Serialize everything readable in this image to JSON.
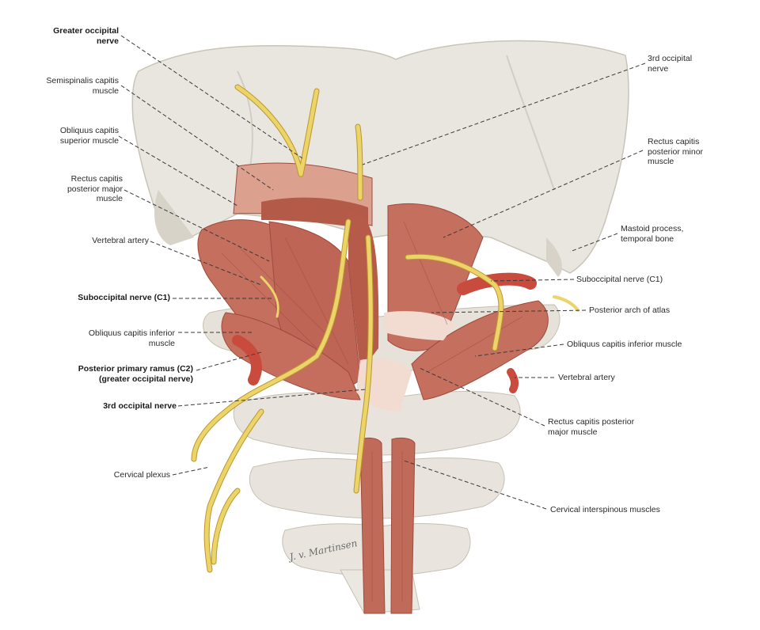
{
  "labels": {
    "greater_occipital": "Greater occipital\nnerve",
    "semispinalis": "Semispinalis capitis\nmuscle",
    "obliquus_superior": "Obliquus capitis\nsuperior muscle",
    "rectus_major_left": "Rectus capitis\nposterior major\nmuscle",
    "vertebral_artery_left": "Vertebral artery",
    "suboccipital_left": "Suboccipital nerve (C1)",
    "obliquus_inferior_left": "Obliquus capitis inferior\nmuscle",
    "posterior_ramus": "Posterior primary ramus (C2)\n(greater occipital nerve)",
    "third_occipital_left": "3rd occipital nerve",
    "cervical_plexus": "Cervical plexus",
    "third_occipital_right": "3rd occipital\nnerve",
    "rectus_minor": "Rectus capitis\nposterior minor\nmuscle",
    "mastoid": "Mastoid process,\ntemporal bone",
    "suboccipital_right": "Suboccipital nerve (C1)",
    "posterior_arch": "Posterior arch of atlas",
    "obliquus_inferior_right": "Obliquus capitis inferior muscle",
    "vertebral_artery_right": "Vertebral artery",
    "rectus_major_right": "Rectus capitis posterior\nmajor muscle",
    "interspinous": "Cervical interspinous muscles"
  },
  "signature": "J. v. Martinsen",
  "colors": {
    "bone": "#e9e6df",
    "bone_shadow": "#cfcac0",
    "muscle": "#c56f5e",
    "muscle_light": "#dca08f",
    "muscle_dark": "#9e4a3c",
    "tendon": "#f2dcd2",
    "nerve": "#ecd36a",
    "nerve_outline": "#b9982c",
    "artery": "#c94b3e",
    "leader": "#3a3a3a"
  }
}
